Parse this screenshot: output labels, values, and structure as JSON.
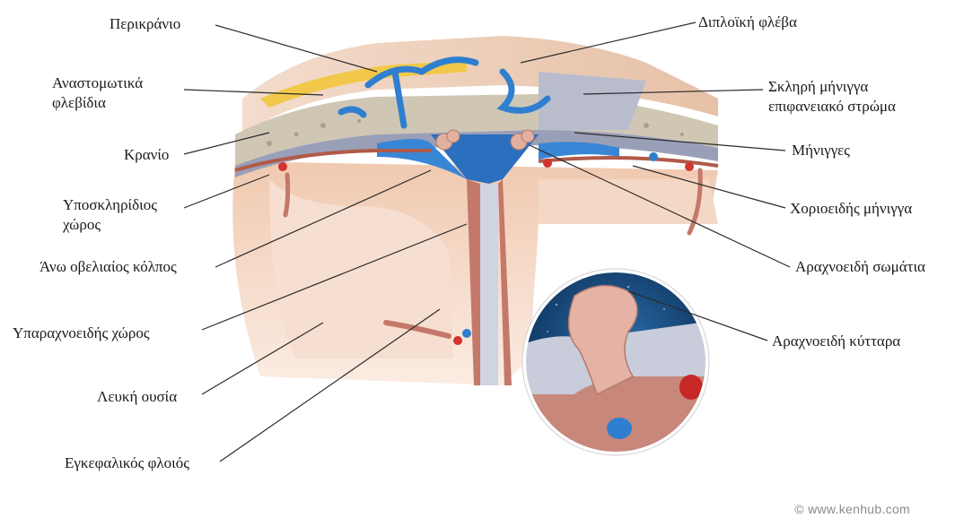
{
  "labels": {
    "pericranium": "Περικράνιο",
    "anastomotic_veins": "Αναστομωτικά\nφλεβίδια",
    "skull": "Κρανίο",
    "subdural_space": "Υποσκληρίδιος\nχώρος",
    "superior_sagittal_sinus": "Άνω οβελιαίος κόλπος",
    "subarachnoid_space": "Υπαραχνοειδής χώρος",
    "white_matter": "Λευκή ουσία",
    "cerebral_cortex": "Εγκεφαλικός φλοιός",
    "diploic_vein": "Διπλοϊκή φλέβα",
    "dura_periosteal": "Σκληρή μήνιγγα\nεπιφανειακό στρώμα",
    "meninges": "Μήνιγγες",
    "pia_mater": "Χοριοειδής μήνιγγα",
    "arachnoid_granulations": "Αραχνοειδή σωμάτια",
    "arachnoid_cells": "Αραχνοειδή κύτταρα"
  },
  "credit": "© www.kenhub.com"
}
